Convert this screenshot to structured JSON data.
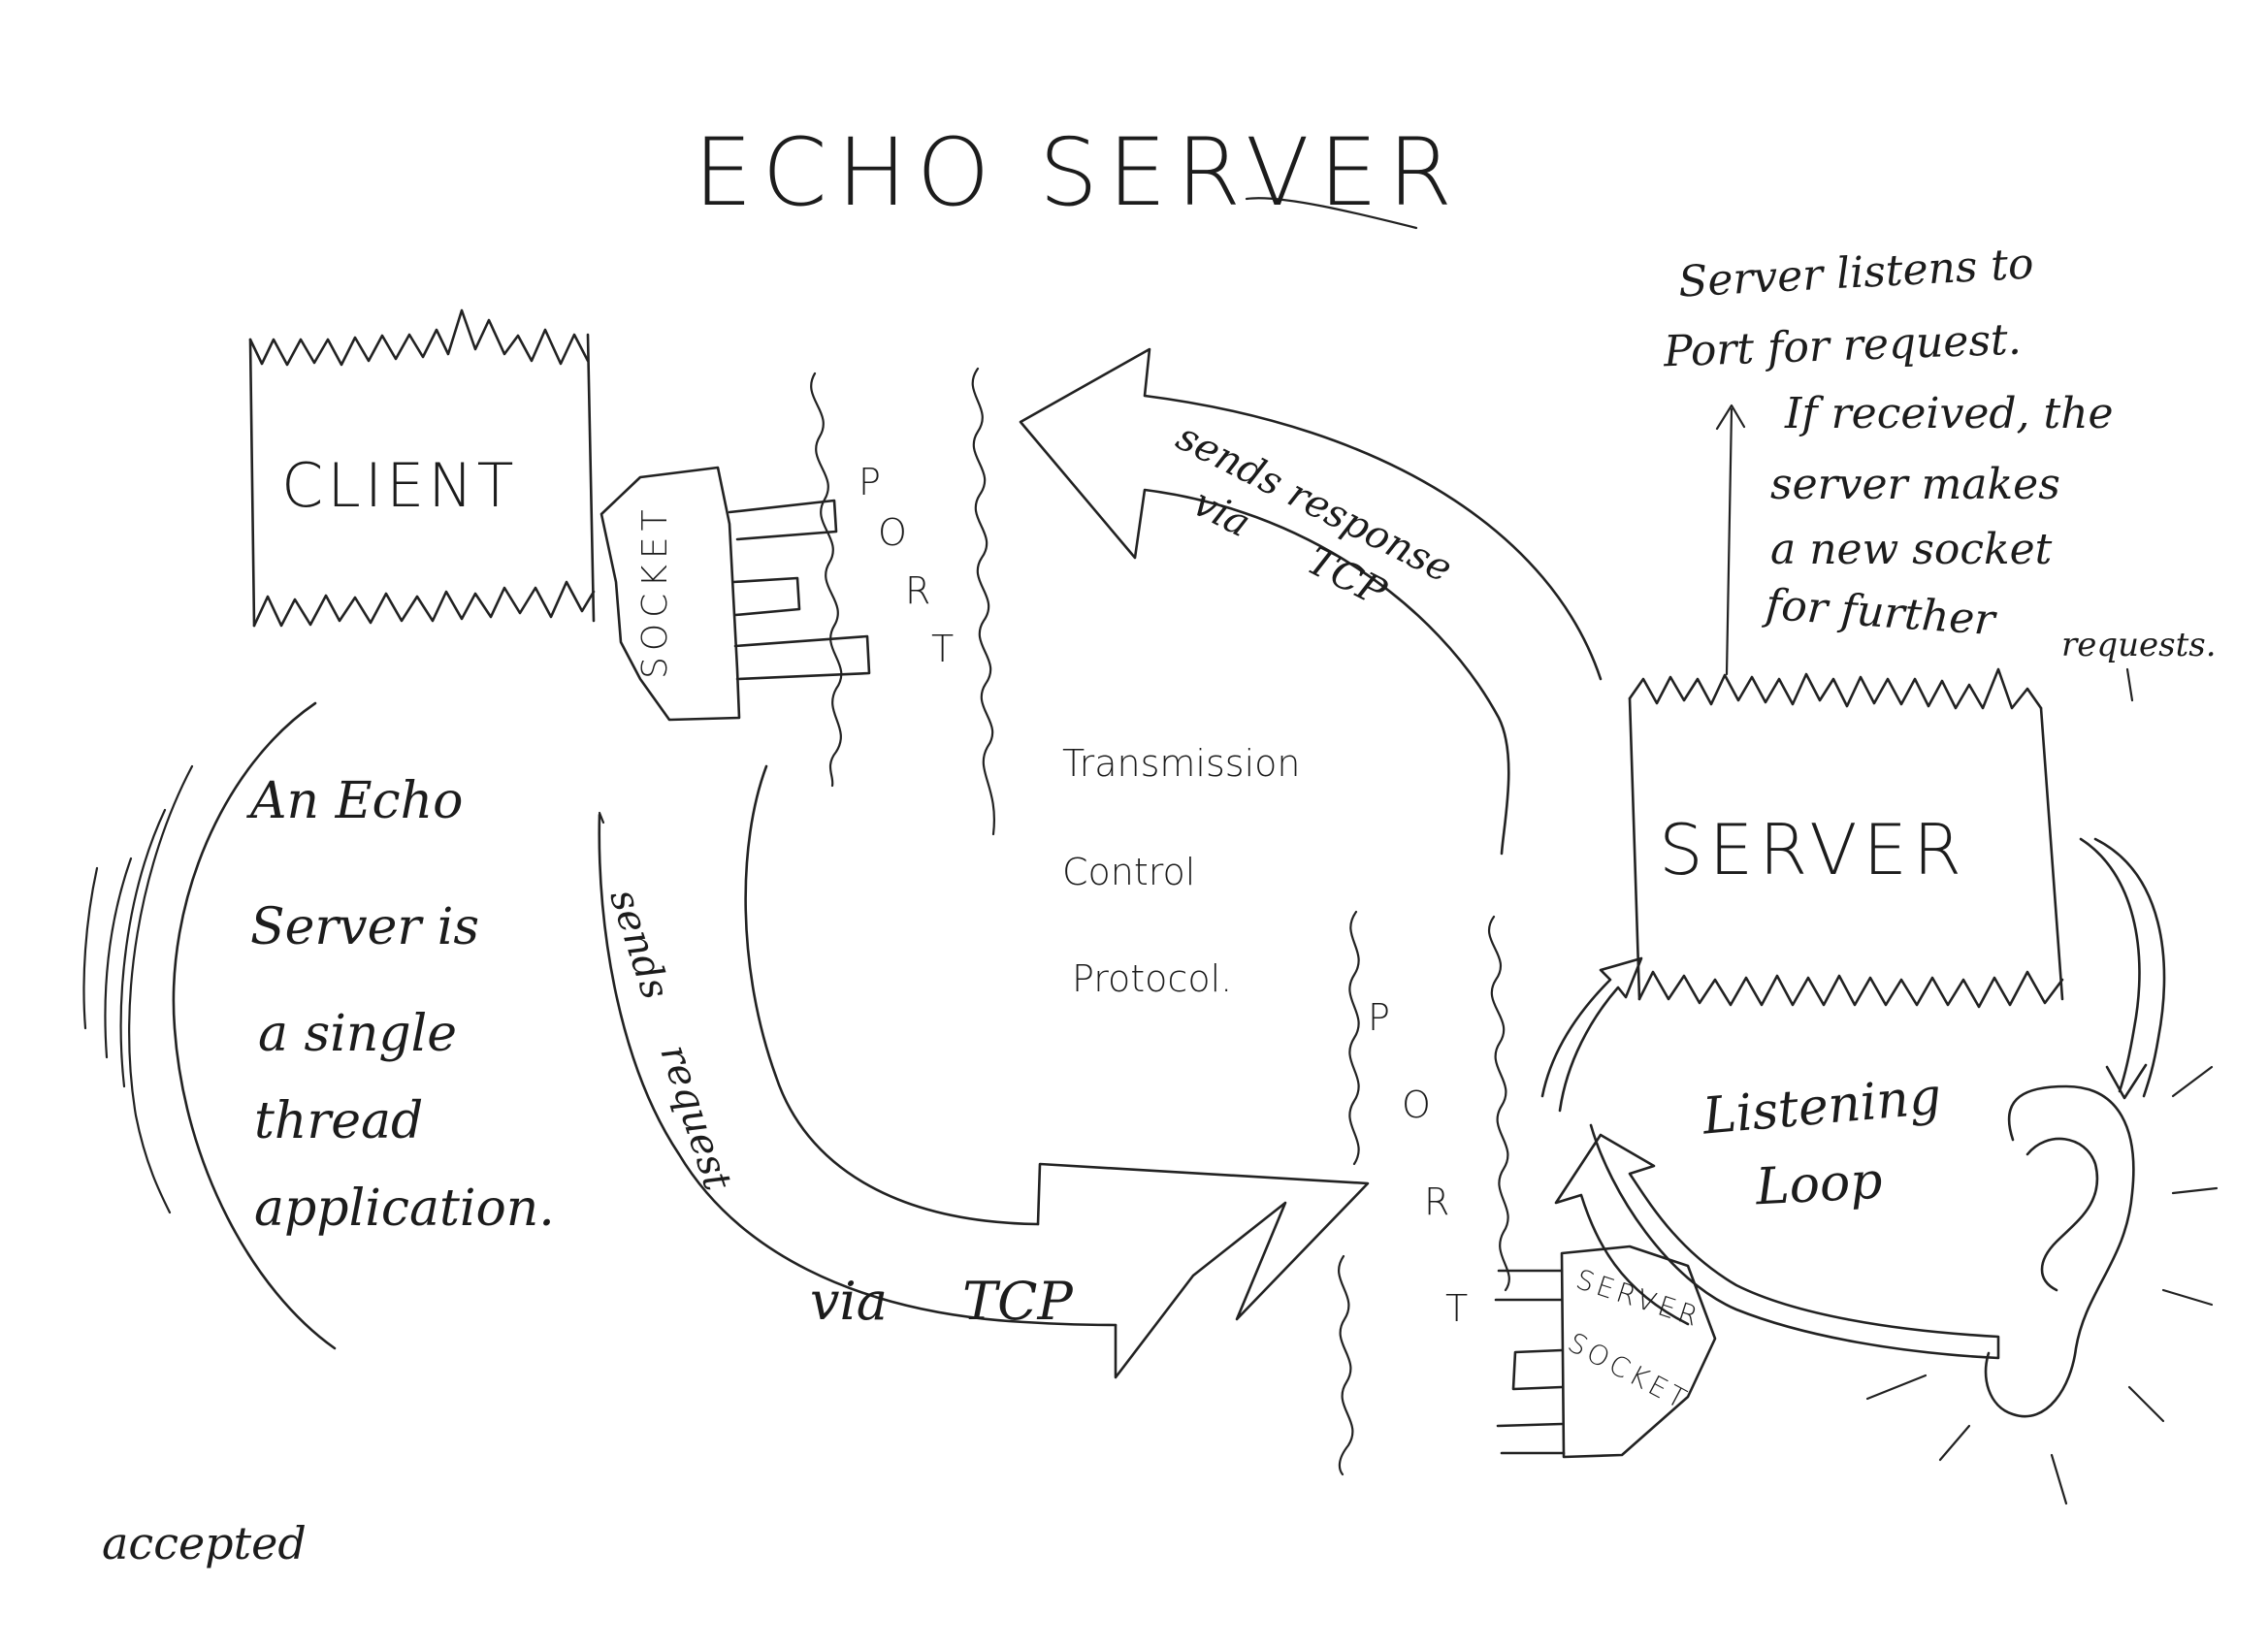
{
  "title": "ECHO SERVER",
  "client": {
    "label": "CLIENT",
    "socket_label": "SOCKET"
  },
  "server": {
    "label": "SERVER",
    "socket_label_1": "SERVER",
    "socket_label_2": "SOCKET"
  },
  "port_letters_top": [
    "P",
    "O",
    "R",
    "T"
  ],
  "port_letters_bottom": [
    "P",
    "O",
    "R",
    "T"
  ],
  "tcp_block": {
    "line1": "Transmission",
    "line2": "Control",
    "line3": "Protocol."
  },
  "request_arrow": {
    "line1": "sends request",
    "line2": "via TCP"
  },
  "response_arrow": {
    "line1": "sends response",
    "line2": "via TCP"
  },
  "server_note": [
    "Server listens to",
    "Port for request.",
    "If received, the",
    "server makes",
    "a new socket",
    "for further",
    "requests."
  ],
  "description": [
    "An Echo",
    "Server is",
    "a single",
    "thread",
    "application."
  ],
  "loop_label": [
    "Listening",
    "Loop"
  ],
  "footer_note": "accepted"
}
